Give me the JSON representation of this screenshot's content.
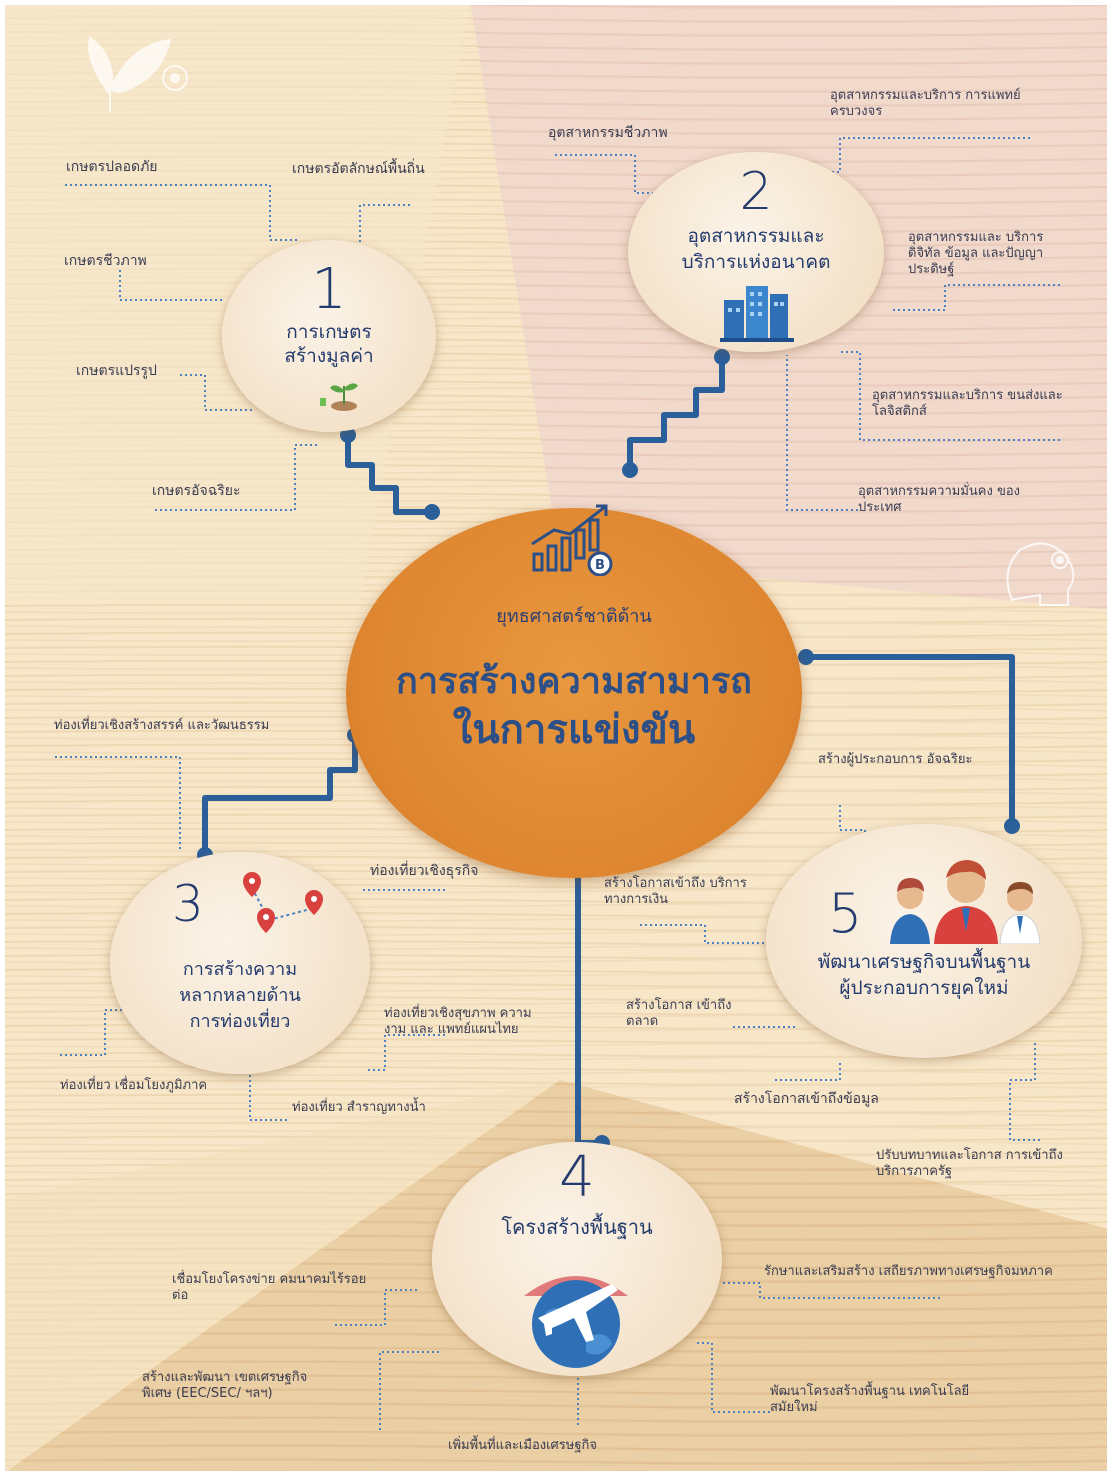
{
  "center": {
    "subtitle": "ยุทธศาสตร์ชาติด้าน",
    "title_line1": "การสร้างความสามารถ",
    "title_line2": "ในการแข่งขัน",
    "icon": "growth-chart-baht-icon"
  },
  "nodes": [
    {
      "number": "1",
      "title_lines": [
        "การเกษตร",
        "สร้างมูลค่า"
      ],
      "icon": "seedling-icon",
      "items": [
        "เกษตรปลอดภัย",
        "เกษตรอัตลักษณ์พื้นถิ่น",
        "เกษตรชีวภาพ",
        "เกษตรแปรรูป",
        "เกษตรอัจฉริยะ"
      ]
    },
    {
      "number": "2",
      "title_lines": [
        "อุตสาหกรรมและ",
        "บริการแห่งอนาคต"
      ],
      "icon": "buildings-icon",
      "items": [
        "อุตสาหกรรมชีวภาพ",
        "อุตสาหกรรมและบริการ การแพทย์ครบวงจร",
        "อุตสาหกรรมและ บริการดิจิทัล ข้อมูล และปัญญาประดิษฐ์",
        "อุตสาหกรรมและบริการ ขนส่งและโลจิสติกส์",
        "อุตสาหกรรมความมั่นคง ของประเทศ"
      ]
    },
    {
      "number": "3",
      "title_lines": [
        "การสร้างความ",
        "หลากหลายด้าน",
        "การท่องเที่ยว"
      ],
      "icon": "map-pins-icon",
      "items": [
        "ท่องเที่ยวเชิงสร้างสรรค์ และวัฒนธรรม",
        "ท่องเที่ยวเชิงธุรกิจ",
        "ท่องเที่ยวเชิงสุขภาพ ความงาม และ แพทย์แผนไทย",
        "ท่องเที่ยว เชื่อมโยงภูมิภาค",
        "ท่องเที่ยว สำราญทางน้ำ"
      ]
    },
    {
      "number": "4",
      "title_lines": [
        "โครงสร้างพื้นฐาน"
      ],
      "icon": "airplane-globe-icon",
      "items": [
        "เชื่อมโยงโครงข่าย คมนาคมไร้รอยต่อ",
        "สร้างและพัฒนา เขตเศรษฐกิจพิเศษ (EEC/SEC/ ฯลฯ)",
        "เพิ่มพื้นที่และเมืองเศรษฐกิจ",
        "รักษาและเสริมสร้าง เสถียรภาพทางเศรษฐกิจมหภาค",
        "พัฒนาโครงสร้างพื้นฐาน เทคโนโลยีสมัยใหม่"
      ]
    },
    {
      "number": "5",
      "title_lines": [
        "พัฒนาเศรษฐกิจบนพื้นฐาน",
        "ผู้ประกอบการยุคใหม่"
      ],
      "icon": "entrepreneurs-icon",
      "items": [
        "สร้างผู้ประกอบการ อัจฉริยะ",
        "สร้างโอกาสเข้าถึง บริการทางการเงิน",
        "สร้างโอกาส เข้าถึงตลาด",
        "สร้างโอกาสเข้าถึงข้อมูล",
        "ปรับบทบาทและโอกาส การเข้าถึงบริการภาครัฐ"
      ]
    }
  ],
  "corner_icons": [
    "eco-leaf-icon",
    "brain-gear-icon"
  ],
  "colors": {
    "connector": "#2b5f9a",
    "dotted": "#4a80c4",
    "center_fill": "#e08b36",
    "title_text": "#243b6e",
    "label_text": "#3a3d52"
  }
}
